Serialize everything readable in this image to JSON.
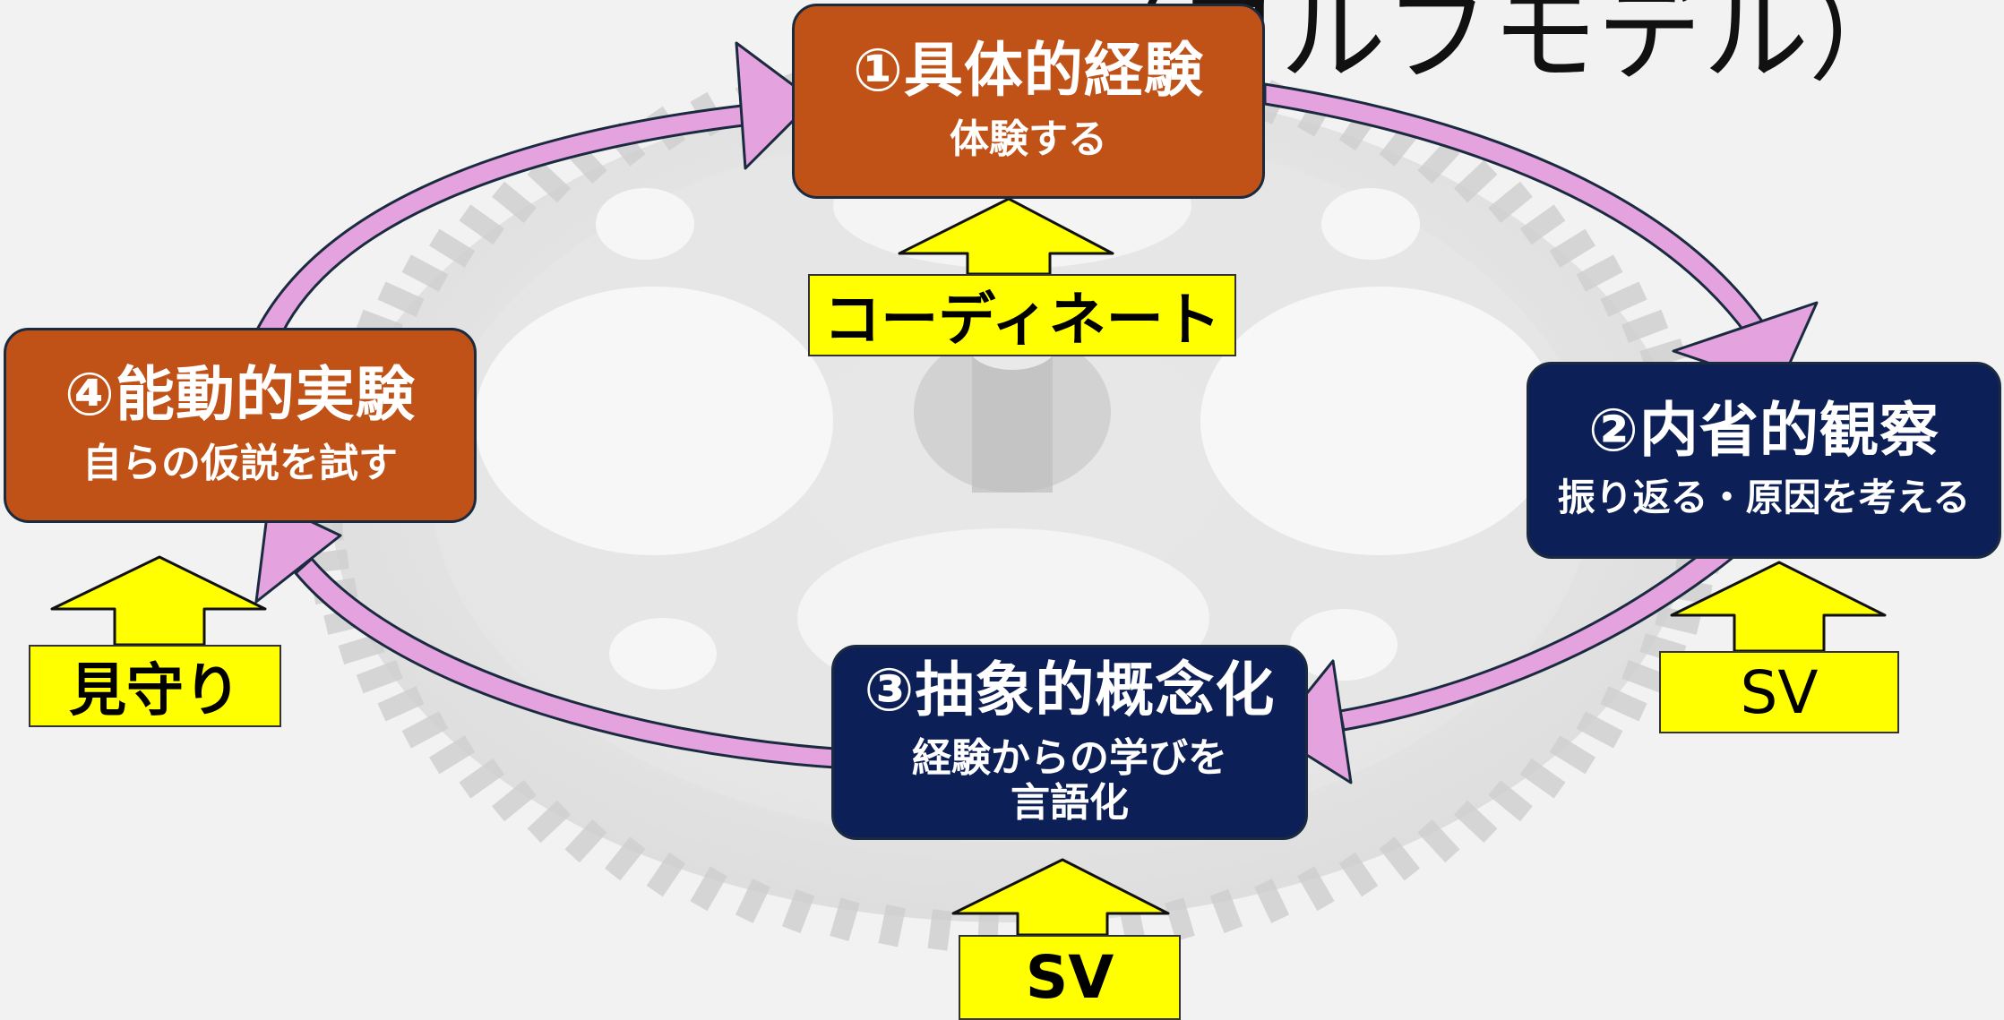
{
  "title": "（コルブモデル）",
  "colors": {
    "orange": "#c05117",
    "navy": "#0d1f57",
    "cycle_arrow": "#e4a2df",
    "support_yellow": "#ffff00",
    "gear": "#dcdcdc"
  },
  "stages": [
    {
      "title": "①具体的経験",
      "subtitle": "体験する",
      "color": "#c05117"
    },
    {
      "title": "②内省的観察",
      "subtitle": "振り返る・原因を考える",
      "color": "#0d1f57"
    },
    {
      "title": "③抽象的概念化",
      "subtitle_line1": "経験からの学びを",
      "subtitle_line2": "言語化",
      "color": "#0d1f57"
    },
    {
      "title": "④能動的実験",
      "subtitle": "自らの仮説を試す",
      "color": "#c05117"
    }
  ],
  "supports": {
    "stage1": "コーディネート",
    "stage2": "SV",
    "stage3": "SV",
    "stage4": "見守り"
  }
}
